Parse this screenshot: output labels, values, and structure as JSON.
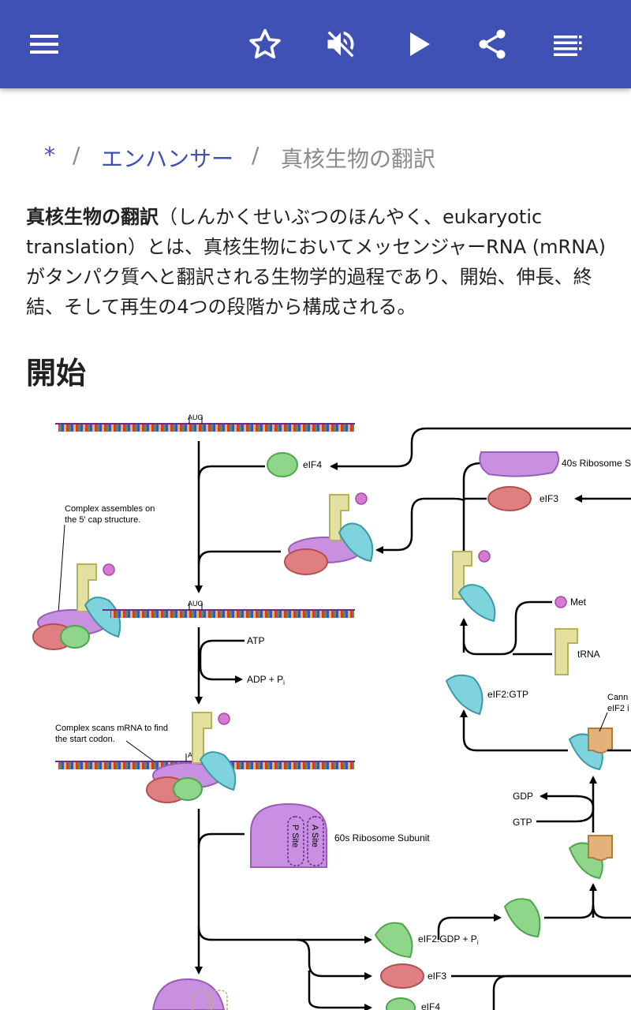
{
  "toolbar": {
    "menu_icon": "hamburger-menu-icon",
    "bookmark_icon": "star-outline-icon",
    "mute_icon": "volume-off-icon",
    "play_icon": "play-icon",
    "share_icon": "share-icon",
    "list_icon": "playlist-icon",
    "color": "#3f51b5"
  },
  "breadcrumb": {
    "items": [
      {
        "label": "*"
      },
      {
        "label": "エンハンサー"
      },
      {
        "label": "真核生物の翻訳"
      }
    ],
    "separator": "/"
  },
  "article": {
    "term": "真核生物の翻訳",
    "intro_rest": "（しんかくせいぶつのほんやく、eukaryotic translation）とは、真核生物においてメッセンジャーRNA (mRNA) がタンパク質へと翻訳される生物学的過程であり、開始、伸長、終結、そして再生の4つの段階から構成される。",
    "section_heading": "開始"
  },
  "figure": {
    "labels": {
      "aug1": "AUG",
      "aug2": "AUG",
      "aug3": "AUG",
      "eif4_top": "eIF4",
      "ribo40s": "40s Ribosome S",
      "eif3_top": "eIF3",
      "complex_cap_1": "Complex assembles on",
      "complex_cap_2": "the 5' cap structure.",
      "met": "Met",
      "trna": "tRNA",
      "atp": "ATP",
      "adp": "ADP + P",
      "adp_sub": "i",
      "eif2gtp": "eIF2:GTP",
      "scan_1": "Complex scans mRNA to find",
      "scan_2": "the start codon.",
      "cann_1": "Cann",
      "cann_2": "eIF2 i",
      "gdp": "GDP",
      "gtp": "GTP",
      "ribo60s": "60s Ribosome Subunit",
      "psite": "P Site",
      "asite": "A Site",
      "eif2gdp": "eIF2:GDP + P",
      "eif2gdp_sub": "i",
      "eif3_bottom": "eIF3",
      "eif4_bottom": "eIF4"
    },
    "colors": {
      "ribosome": "#c98fe0",
      "eif3": "#e07f82",
      "eif4": "#8fd68a",
      "eif2": "#7fd3dc",
      "trna": "#e3e0a0",
      "met": "#d77ad3",
      "eif2b": "#e2b27a"
    }
  }
}
